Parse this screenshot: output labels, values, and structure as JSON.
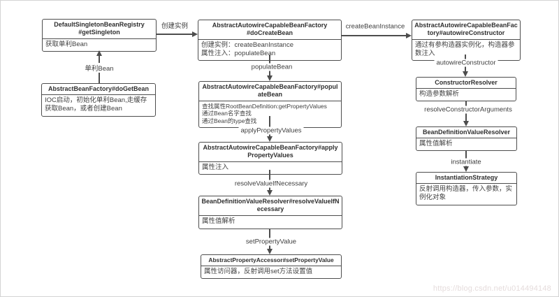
{
  "watermark": "https://blog.csdn.net/u014494148",
  "colors": {
    "box_border": "#4d4d4d",
    "line": "#4d4d4d",
    "title_text": "#2f2f2f",
    "body_text": "#3f3f3f",
    "watermark": "#e5dcdc"
  },
  "nodes": {
    "getSingleton": {
      "title": "DefaultSingletonBeanRegistry\n#getSingleton",
      "body": "获取单利Bean"
    },
    "doCreateBean": {
      "title": "AbstractAutowireCapableBeanFactory\n#doCreateBean",
      "body": "创建实例：createBeanInstance\n属性注入：populateBean"
    },
    "autowireConstructor": {
      "title": "AbstractAutowireCapableBeanFactory#autowireConstructor",
      "body": "通过有参构造器实例化，构造器参数注入"
    },
    "doGetBean": {
      "title": "AbstractBeanFactory#doGetBean",
      "body": "IOC启动，初始化单利Bean,走缓存获取Bean，或者创建Bean"
    },
    "populateBean": {
      "title": "AbstractAutowireCapableBeanFactory#populateBean",
      "body": "查找属性RootBeanDefinition:getPropertyValues\n通过Bean名字查找\n通过Bean的type查找"
    },
    "applyPropertyValues": {
      "title": "AbstractAutowireCapableBeanFactory#applyPropertyValues",
      "body": "属性注入"
    },
    "resolveValueIfNecessary": {
      "title": "BeanDefinitionValueResolver#resolveValueIfNecessary",
      "body": "属性值解析"
    },
    "setPropertyValue": {
      "title": "AbstractPropertyAccessor#setPropertyValue",
      "body": "属性访问器，反射调用set方法设置值"
    },
    "constructorResolver": {
      "title": "ConstructorResolver",
      "body": "构造参数解析"
    },
    "beanDefinitionValueResolver": {
      "title": "BeanDefinitionValueResolver",
      "body": "属性值解析"
    },
    "instantiationStrategy": {
      "title": "InstantiationStrategy",
      "body": "反射调用构造器，传入参数，实例化对象"
    }
  },
  "edges": {
    "create_instance": "创建实例",
    "create_bean_instance": "createBeanInstance",
    "singleton_bean": "单利Bean",
    "populate_bean": "populateBean",
    "apply_property_values": "applyPropertyValues",
    "resolve_value_if_necessary": "resolveValueIfNecessary",
    "set_property_value": "setPropertyValue",
    "autowire_constructor": "autowireConstructor",
    "resolve_constructor_arguments": "resolveConstructorArguments",
    "instantiate": "instantiate"
  }
}
